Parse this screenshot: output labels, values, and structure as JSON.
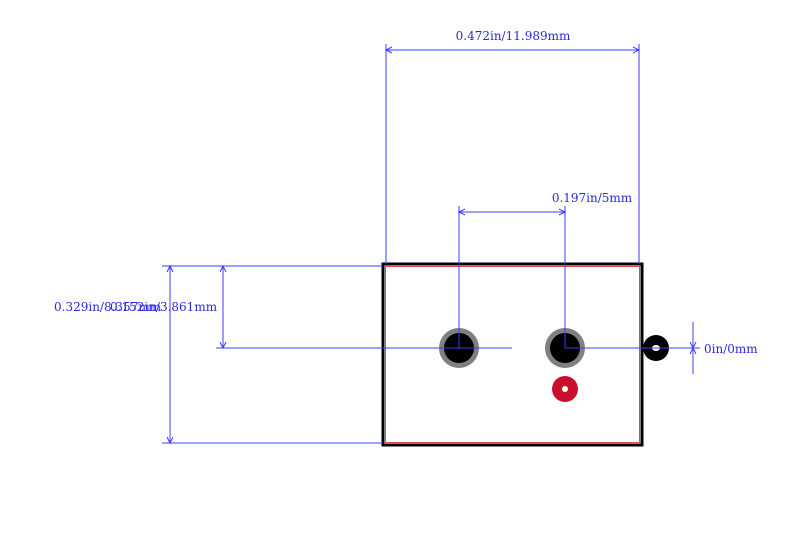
{
  "dimensions": {
    "overall_width": "0.472in/11.989mm",
    "pitch": "0.197in/5mm",
    "overall_height": "0.329in/8.357mm",
    "pin_offset": "0.152in/3.861mm",
    "pin_offset_right": "0in/0mm"
  },
  "colors": {
    "dimension": "#3c3cff",
    "outline": "#000000",
    "courtyard": "#d45050",
    "pad_ring": "#808080",
    "pad_hole": "#000000",
    "polarity_marker": "#c8102e"
  }
}
